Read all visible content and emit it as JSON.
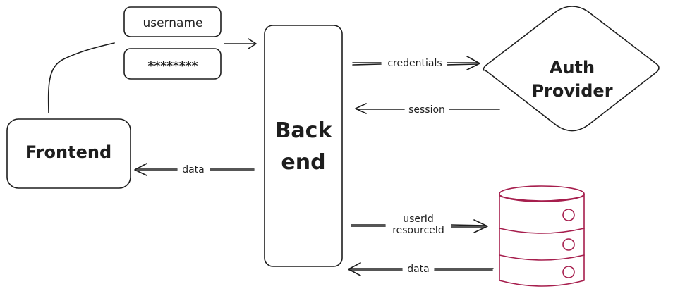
{
  "inputs": {
    "username": "username",
    "password": "********"
  },
  "nodes": {
    "frontend": "Frontend",
    "backend_line1": "Back",
    "backend_line2": "end",
    "auth_line1": "Auth",
    "auth_line2": "Provider"
  },
  "edges": {
    "credentials": "credentials",
    "session": "session",
    "data_to_frontend": "data",
    "request_line1": "userId",
    "request_line2": "resourceId",
    "data_from_db": "data"
  },
  "colors": {
    "stroke": "#1e1e1e",
    "database": "#a61e4d",
    "background": "#ffffff"
  }
}
